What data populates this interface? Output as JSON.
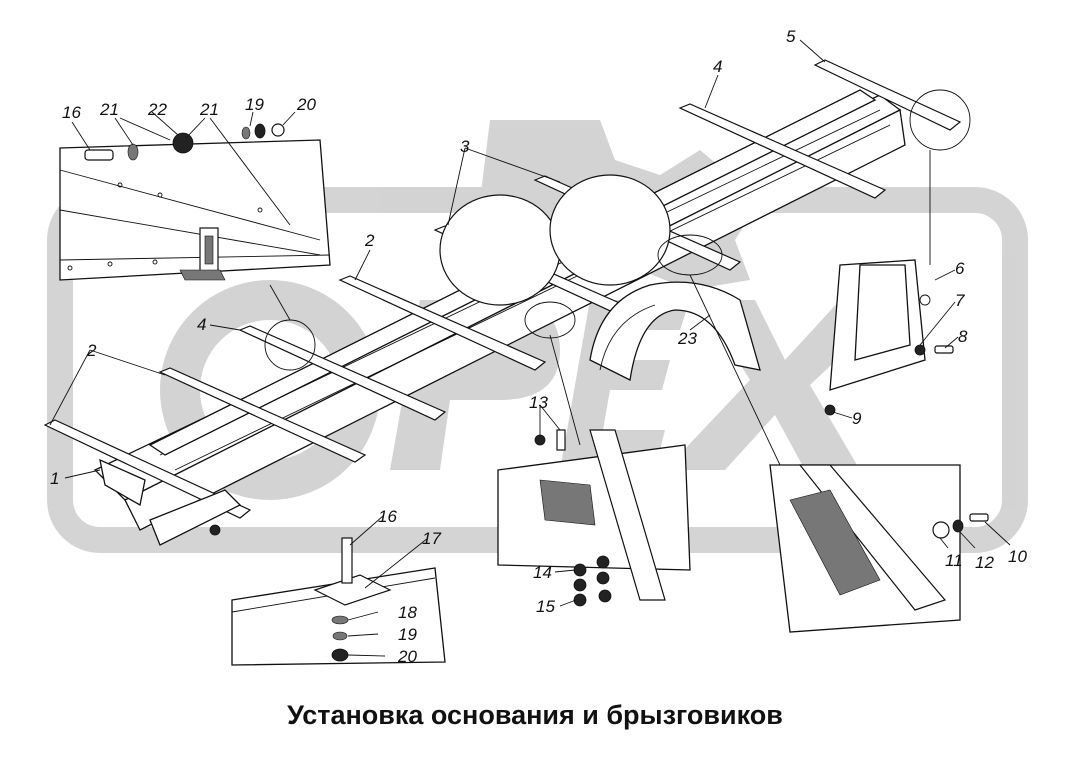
{
  "caption": "Установка основания и брызговиков",
  "watermark": {
    "text": "OPEX",
    "color": "#c8c8c8"
  },
  "callouts": {
    "c16a": "16",
    "c21a": "21",
    "c22": "22",
    "c21b": "21",
    "c19a": "19",
    "c20a": "20",
    "c5": "5",
    "c4a": "4",
    "c3": "3",
    "c2a": "2",
    "c4b": "4",
    "c2b": "2",
    "c1": "1",
    "c6": "6",
    "c7": "7",
    "c8": "8",
    "c9": "9",
    "c23": "23",
    "c13": "13",
    "c14": "14",
    "c15": "15",
    "c16b": "16",
    "c17": "17",
    "c18": "18",
    "c19b": "19",
    "c20b": "20",
    "c11": "11",
    "c12": "12",
    "c10": "10"
  }
}
